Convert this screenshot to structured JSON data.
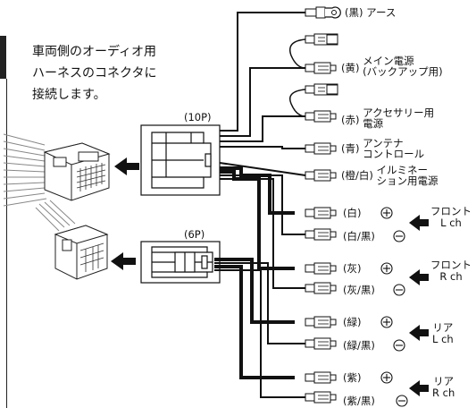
{
  "intro_text": [
    "車両側のオーディオ用",
    "ハーネスのコネクタに",
    "接続します。"
  ],
  "connector_10p": "(10P)",
  "connector_6p": "(6P)",
  "wires": [
    {
      "color": "(黒)",
      "name": "アース"
    },
    {
      "color": "(黄)",
      "name": "メイン電源",
      "sub": "(バックアップ用)"
    },
    {
      "color": "(赤)",
      "name": "アクセサリー用",
      "sub": "電源"
    },
    {
      "color": "(青)",
      "name": "アンテナ",
      "sub": "コントロール"
    },
    {
      "color": "(橙/白)",
      "name": "イルミネー",
      "sub": "ション用電源"
    }
  ],
  "speaker_wires": [
    {
      "label": "(白)",
      "polarity": "plus"
    },
    {
      "label": "(白/黒)",
      "polarity": "minus"
    },
    {
      "label": "(灰)",
      "polarity": "plus"
    },
    {
      "label": "(灰/黒)",
      "polarity": "minus"
    },
    {
      "label": "(緑)",
      "polarity": "plus"
    },
    {
      "label": "(緑/黒)",
      "polarity": "minus"
    },
    {
      "label": "(紫)",
      "polarity": "plus"
    },
    {
      "label": "(紫/黒)",
      "polarity": "minus"
    }
  ],
  "channels": [
    {
      "line1": "フロント",
      "line2": "L ch"
    },
    {
      "line1": "フロント",
      "line2": "R ch"
    },
    {
      "line1": "リア",
      "line2": "L ch"
    },
    {
      "line1": "リア",
      "line2": "R ch"
    }
  ]
}
